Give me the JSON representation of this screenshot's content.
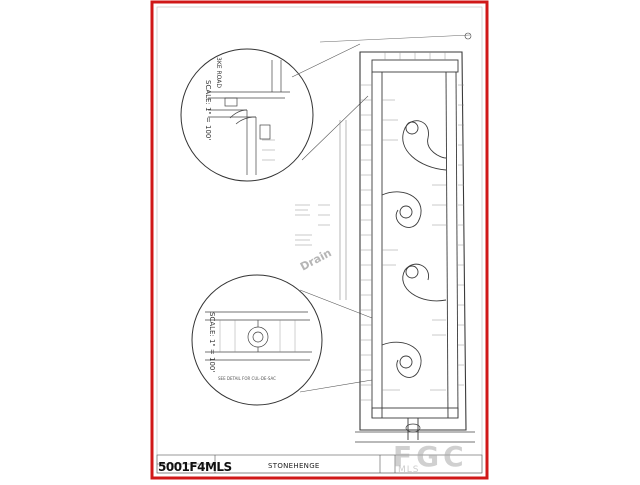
{
  "sheet": {
    "project_name": "STONEHENGE",
    "colors": {
      "frame_red": "#d01818",
      "line_dark": "#3a3a3a",
      "line_light": "#8a8a8a",
      "watermark_gray": "#aaaaaa"
    }
  },
  "detail_top": {
    "scale_label": "SCALE: 1\" = 100'",
    "road_label": "3KE ROAD"
  },
  "detail_bottom": {
    "scale_label": "SCALE: 1\" = 100'",
    "note_label": "SEE DETAIL FOR CUL-DE-SAC"
  },
  "plan": {
    "road_label": "Drain"
  },
  "watermarks": {
    "left_text": "5001F4MLS",
    "right_text": "FGC",
    "right_subtext": "MLS"
  }
}
